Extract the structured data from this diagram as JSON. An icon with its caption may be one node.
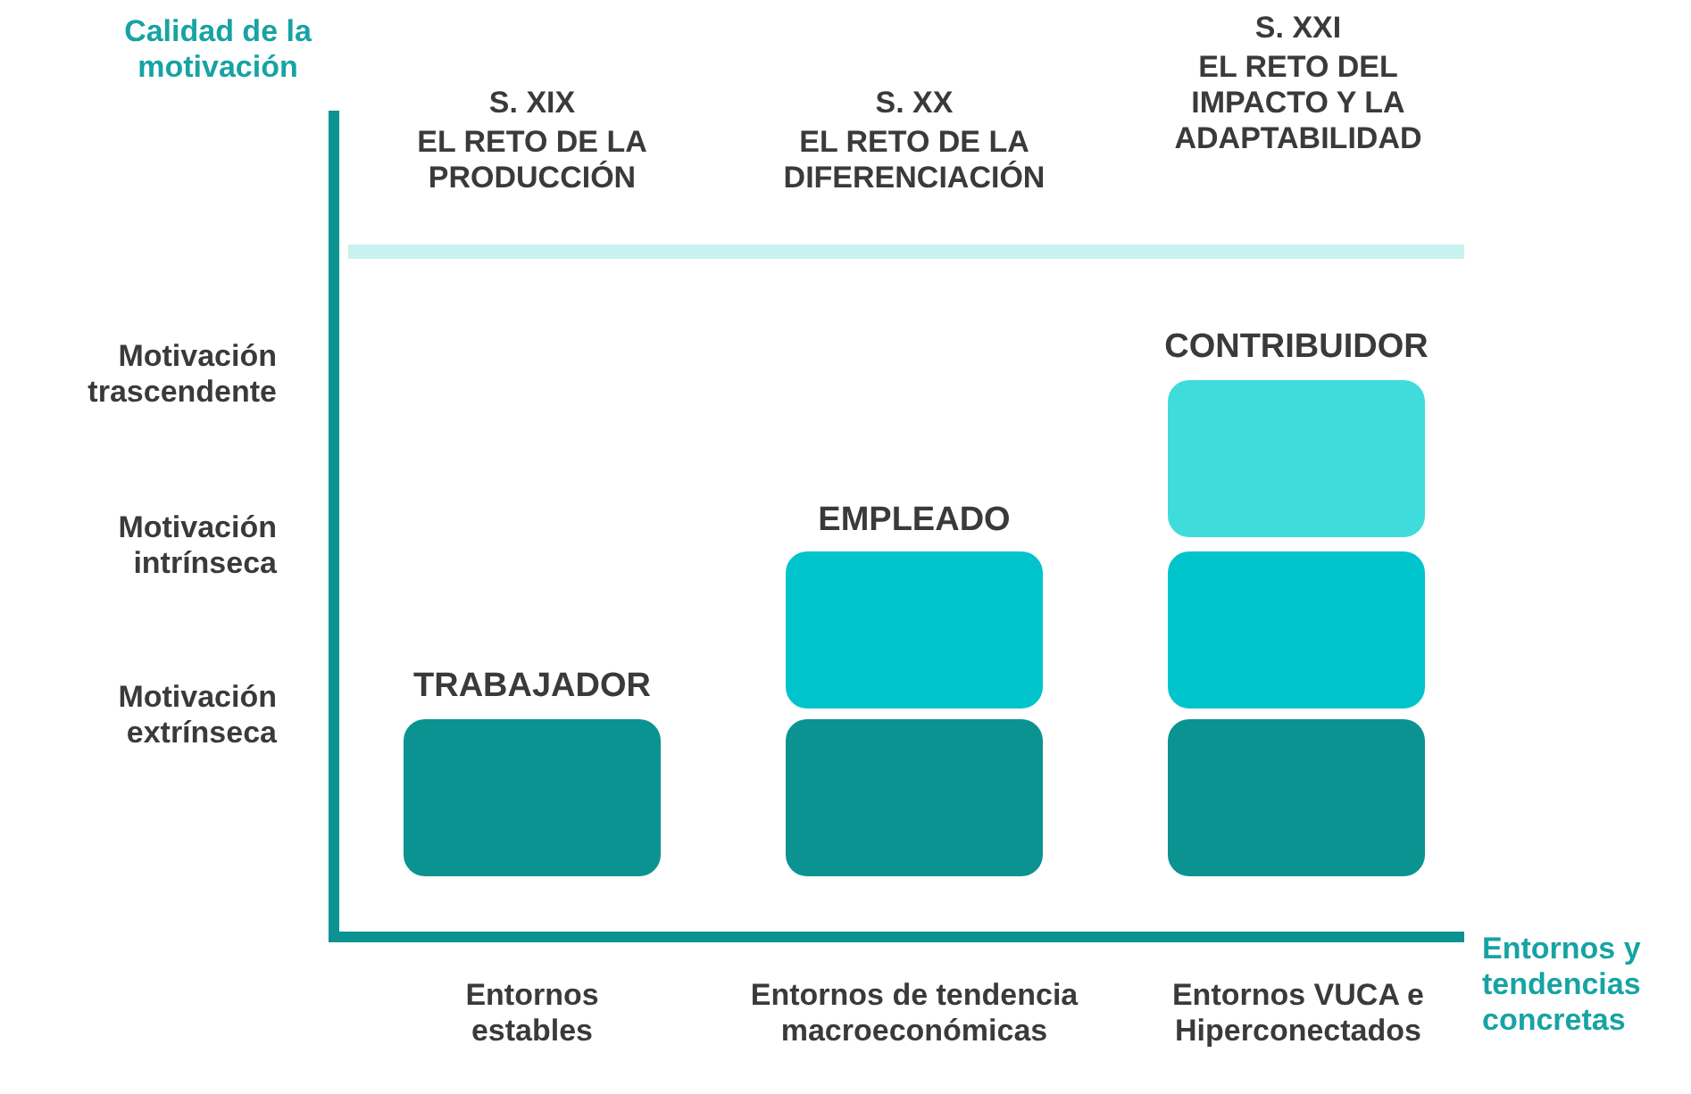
{
  "diagram": {
    "nodes": [
      {
        "text": [],
        "shape": "box"
      },
      {
        "text": [],
        "shape": "box"
      },
      {
        "text": [],
        "shape": "box"
      },
      {
        "text": [],
        "shape": "box"
      },
      {
        "text": [],
        "shape": "box"
      },
      {
        "text": [],
        "shape": "box"
      }
    ],
    "labels": [
      "Calidad de la motivación",
      "S. XIX",
      "EL RETO DE LA PRODUCCIÓN",
      "S. XX",
      "EL RETO DE LA DIFERENCIACIÓN",
      "S. XXI",
      "EL RETO DEL IMPACTO Y LA ADAPTABILIDAD",
      "Motivación trascendente",
      "CONTRIBUIDOR",
      "Motivación intrínseca",
      "EMPLEADO",
      "Motivación extrínseca",
      "TRABAJADOR",
      "Entornos y tendencias concretas",
      "Entornos estables",
      "Entornos de tendencia macroeconómicas",
      "Entornos VUCA e Hiperconectados"
    ]
  }
}
